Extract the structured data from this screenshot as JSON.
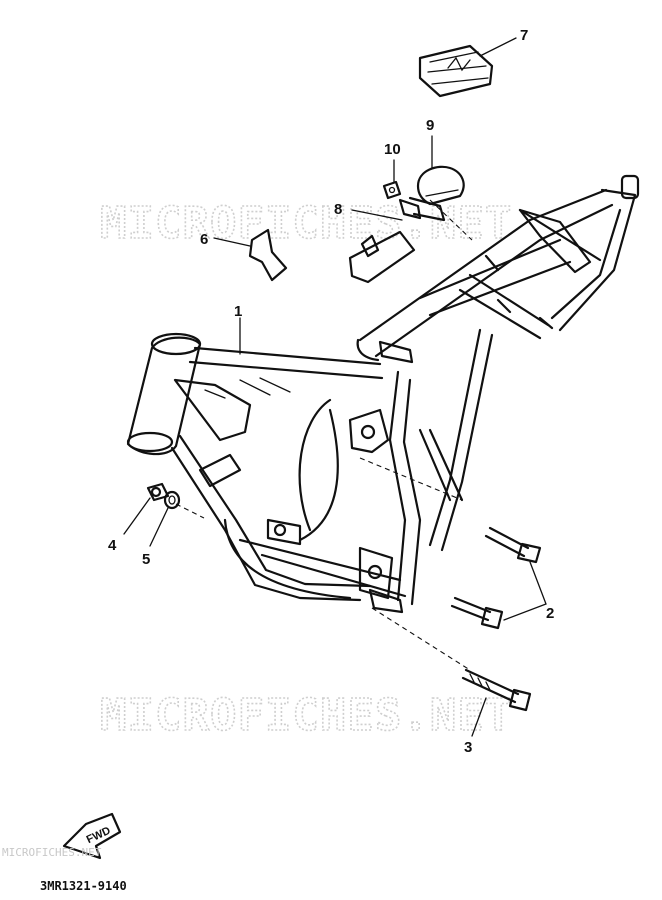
{
  "watermark": "MICROFICHES.NET",
  "callouts": {
    "c1": "1",
    "c2": "2",
    "c3": "3",
    "c4": "4",
    "c5": "5",
    "c6": "6",
    "c7": "7",
    "c8": "8",
    "c9": "9",
    "c10": "10"
  },
  "fwd_label": "FWD",
  "faint_footer_text": "MICROFICHES.NET",
  "diagram_code": "3MR1321-9140"
}
